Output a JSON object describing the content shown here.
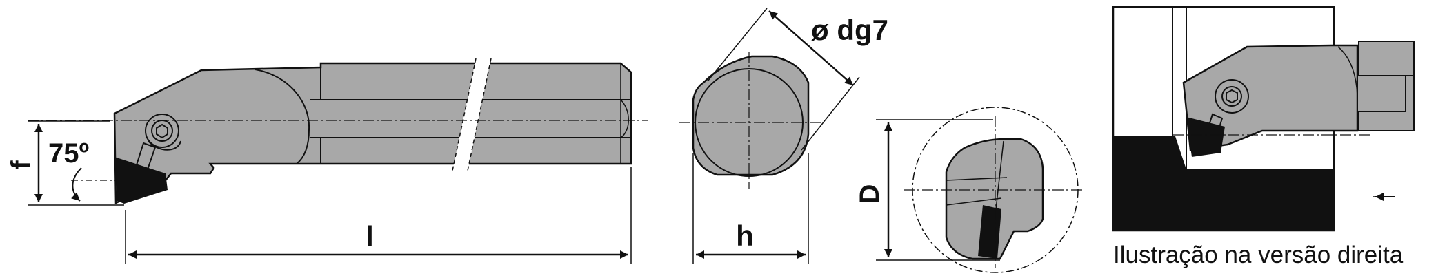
{
  "labels": {
    "angle": "75º",
    "f": "f",
    "l": "l",
    "diameter": "ø dg7",
    "h": "h",
    "D": "D",
    "caption": "Ilustração na versão direita"
  },
  "colors": {
    "body": "#a8a8a8",
    "outline": "#111111",
    "insert": "#111111",
    "workpiece": "#111111"
  }
}
